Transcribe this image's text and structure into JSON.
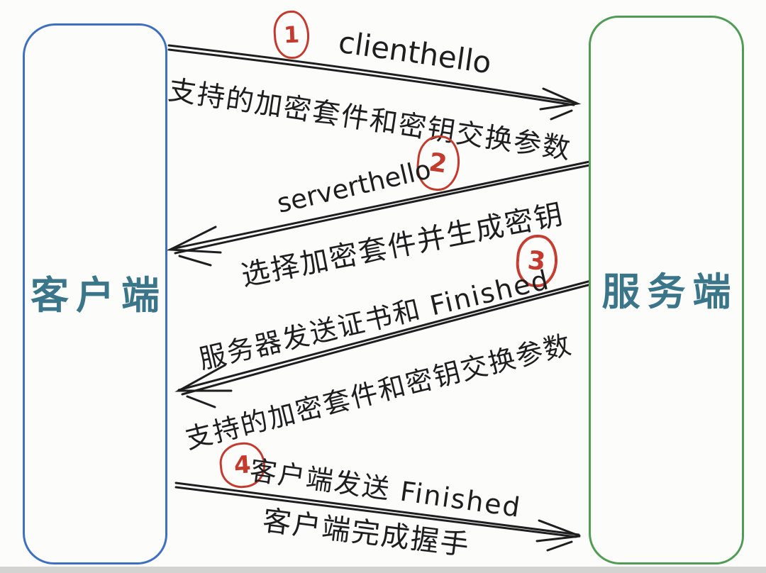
{
  "entities": {
    "client": {
      "label": "客户端",
      "border_color": "#3f6fc1",
      "text_color": "#3b7589"
    },
    "server": {
      "label": "服务端",
      "border_color": "#519c54",
      "text_color": "#3b7589"
    }
  },
  "messages": [
    {
      "step": "1",
      "from": "client",
      "to": "server",
      "title": "clienthello",
      "description": "支持的加密套件和密钥交换参数"
    },
    {
      "step": "2",
      "from": "server",
      "to": "client",
      "title": "serverthello",
      "description": "选择加密套件并生成密钥"
    },
    {
      "step": "3",
      "from": "server",
      "to": "client",
      "title": "服务器发送证书和 Finished",
      "description": "支持的加密套件和密钥交换参数"
    },
    {
      "step": "4",
      "from": "client",
      "to": "server",
      "title": "客户端发送 Finished",
      "description": "客户端完成握手"
    }
  ],
  "colors": {
    "step_badge": "#c23b2e",
    "arrow_stroke": "#1e1e1e",
    "background": "#fcfcfa",
    "bottom_strip": "#d3d3d1"
  }
}
